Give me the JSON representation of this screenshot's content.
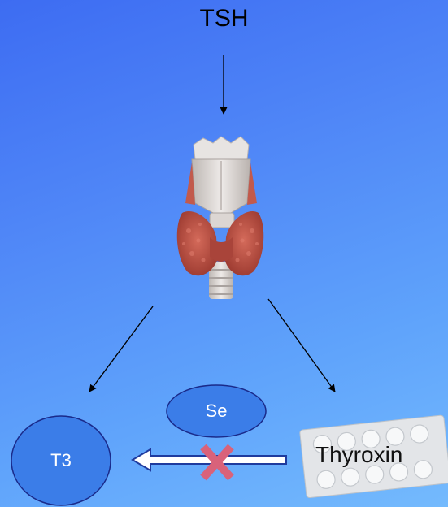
{
  "labels": {
    "top": "TSH",
    "cofactor": "Se",
    "active_hormone": "T3",
    "medication": "Thyroxin"
  },
  "icons": {
    "gland": "thyroid-gland-illustration",
    "tablets": "tablet-blister-pack",
    "blocked": "red-cross-icon"
  },
  "colors": {
    "circle_fill": "#3b7de8",
    "circle_stroke": "#1a2a8a",
    "arrow_outline": "#1f3b9e",
    "arrow_fill": "#ffffff",
    "cross": "#d9627a",
    "gland_tissue": "#b84a3e",
    "cartilage": "#dcd8d6"
  }
}
